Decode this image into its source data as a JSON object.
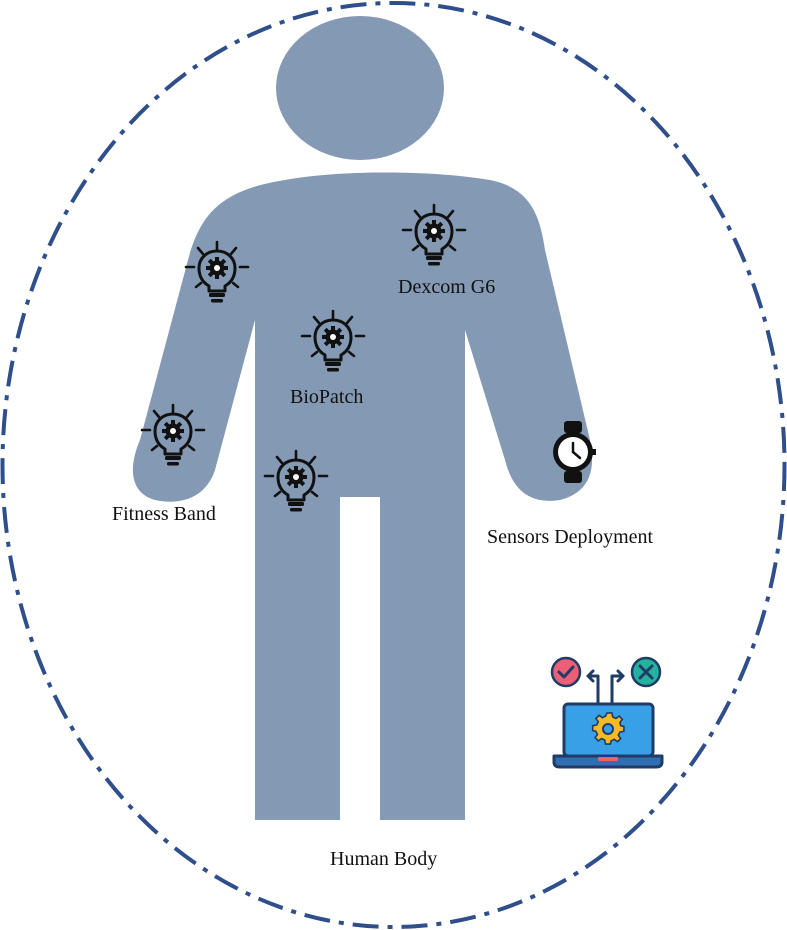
{
  "colors": {
    "boundary": "#2f4e8c",
    "body_fill": "#8499b4",
    "sensor_icon": "#111111",
    "laptop_screen": "#37a0e6",
    "laptop_base": "#2f6fb1",
    "gear": "#f5b924",
    "check_badge": "#ec5f77",
    "cross_badge": "#22b29d"
  },
  "labels": {
    "dexcom": "Dexcom G6",
    "biopatch": "BioPatch",
    "fitness_band": "Fitness Band",
    "sensors_deployment": "Sensors Deployment",
    "human_body": "Human Body"
  },
  "icons": {
    "sensor": "lightbulb-gear-icon",
    "watch": "smartwatch-icon",
    "laptop": "laptop-settings-icon",
    "check": "check-badge-icon",
    "cross": "cross-badge-icon"
  }
}
